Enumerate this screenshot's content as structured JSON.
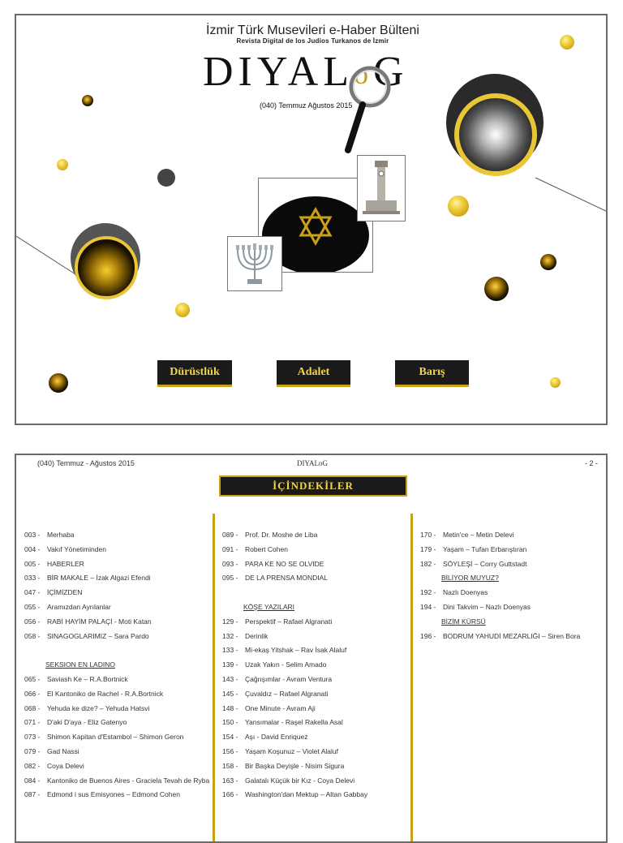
{
  "page1": {
    "title_line1": "İzmir Türk Musevileri e-Haber Bülteni",
    "title_line2": "Revista Digital de los Judios Turkanos de İzmir",
    "logo_prefix": "DIYAL",
    "logo_o": "o",
    "logo_suffix": "G",
    "issue": "(040) Temmuz Ağustos 2015",
    "buttons": [
      "Dürüstlük",
      "Adalet",
      "Barış"
    ],
    "colors": {
      "gold": "#c9a018",
      "button_bg": "#1a1a1a",
      "button_text": "#f1d54a"
    }
  },
  "page2": {
    "header_left": "(040) Temmuz - Ağustos 2015",
    "header_mid": "DIYALoG",
    "header_right": "- 2 -",
    "toc_title": "İÇİNDEKİLER",
    "col1": [
      {
        "num": "003 -",
        "text": "Merhaba"
      },
      {
        "num": "004 -",
        "text": "Vakıf Yönetiminden"
      },
      {
        "num": "005 -",
        "text": "HABERLER"
      },
      {
        "num": "033 -",
        "text": "BİR MAKALE – İzak Algazi Efendi"
      },
      {
        "num": "047 -",
        "text": "İÇİMİZDEN"
      },
      {
        "num": "055 -",
        "text": "Aramızdan Ayrılanlar"
      },
      {
        "num": "056 -",
        "text": "RABİ HAYİM PALAÇİ - Moti Katan"
      },
      {
        "num": "058 -",
        "text": "SINAGOGLARIMIZ – Sara Pardo"
      },
      {
        "num": "",
        "text": ""
      },
      {
        "num": "",
        "text": "SEKSION EN LADINO",
        "heading": true
      },
      {
        "num": "065 -",
        "text": "Saviash Ke – R.A.Bortnick"
      },
      {
        "num": "066 -",
        "text": "El Kantoniko de Rachel - R.A.Bortnick"
      },
      {
        "num": "068 -",
        "text": "Yehuda ke dize? – Yehuda Hatsvi"
      },
      {
        "num": "071 -",
        "text": "D'aki D'aya - Eliz Gatenyo"
      },
      {
        "num": "073 -",
        "text": "Shimon Kapitan d'Estambol – Shimon Geron"
      },
      {
        "num": "079 -",
        "text": "Gad Nassi"
      },
      {
        "num": "082 -",
        "text": "Coya Delevi"
      },
      {
        "num": "084 -",
        "text": "Kantoniko de Buenos Aires - Graciela Tevah de Ryba"
      },
      {
        "num": "087 -",
        "text": "Edmond i sus Emisyones – Edmond Cohen"
      }
    ],
    "col2": [
      {
        "num": "089 -",
        "text": "Prof. Dr. Moshe de Liba"
      },
      {
        "num": "091 -",
        "text": "Robert Cohen"
      },
      {
        "num": "093 -",
        "text": "PARA KE NO SE OLVIDE"
      },
      {
        "num": "095 -",
        "text": "DE LA PRENSA MONDIAL"
      },
      {
        "num": "",
        "text": ""
      },
      {
        "num": "",
        "text": "KÖŞE YAZILARI",
        "heading": true
      },
      {
        "num": "129 -",
        "text": "Perspektif – Rafael Algranati"
      },
      {
        "num": "132 -",
        "text": "Derinlik"
      },
      {
        "num": "133 -",
        "text": "Mi-ekaş Yitshak – Rav İsak Alaluf"
      },
      {
        "num": "139 -",
        "text": "Uzak Yakın - Selim Amado"
      },
      {
        "num": "143 -",
        "text": "Çağrışımlar - Avram Ventura"
      },
      {
        "num": "145 -",
        "text": "Çuvaldız – Rafael Algranati"
      },
      {
        "num": "148 -",
        "text": "One Minute - Avram Aji"
      },
      {
        "num": "150 -",
        "text": "Yansımalar - Raşel Rakella Asal"
      },
      {
        "num": "154 -",
        "text": "Aşı - David Enriquez"
      },
      {
        "num": "156 -",
        "text": "Yaşam Koşunuz – Violet Alaluf"
      },
      {
        "num": "158 -",
        "text": "Bir Başka Deyişle - Nisim Sigura"
      },
      {
        "num": "163 -",
        "text": "Galatalı Küçük bir Kız - Coya Delevi"
      },
      {
        "num": "166 -",
        "text": "Washington'dan Mektup – Altan Gabbay"
      }
    ],
    "col3": [
      {
        "num": "170 -",
        "text": "Metin'ce – Metin Delevi"
      },
      {
        "num": "179 -",
        "text": "Yaşam – Tufan Erbarıştıran"
      },
      {
        "num": "182 -",
        "text": "SÖYLEŞİ – Corry Guttstadt"
      },
      {
        "num": "",
        "text": "BİLİYOR MUYUZ?",
        "heading": true
      },
      {
        "num": "192 -",
        "text": "Nazlı Doenyas"
      },
      {
        "num": "194 -",
        "text": "Dini Takvim – Nazlı Doenyas"
      },
      {
        "num": "",
        "text": "BİZİM KÜRSÜ",
        "heading": true
      },
      {
        "num": "196 -",
        "text": "BODRUM YAHUDİ MEZARLIĞI – Siren Bora"
      }
    ]
  }
}
